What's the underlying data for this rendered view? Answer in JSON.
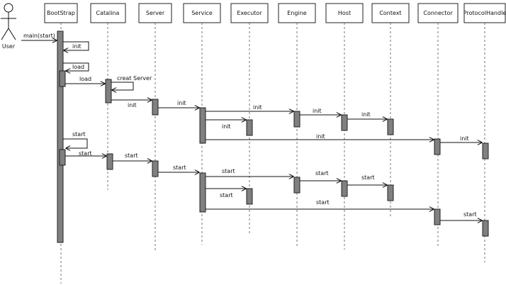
{
  "actor": {
    "label": "User"
  },
  "participants": [
    {
      "key": "bootstrap",
      "label": "BootStrap"
    },
    {
      "key": "catalina",
      "label": "Catalina"
    },
    {
      "key": "server",
      "label": "Server"
    },
    {
      "key": "service",
      "label": "Service"
    },
    {
      "key": "executor",
      "label": "Executor"
    },
    {
      "key": "engine",
      "label": "Engine"
    },
    {
      "key": "host",
      "label": "Host"
    },
    {
      "key": "context",
      "label": "Context"
    },
    {
      "key": "connector",
      "label": "Connector"
    },
    {
      "key": "protocolhandler",
      "label": "ProtocolHandle"
    }
  ],
  "messages": [
    {
      "from": "user",
      "to": "bootstrap",
      "label": "main(start)"
    },
    {
      "from": "bootstrap",
      "to": "bootstrap",
      "label": "init"
    },
    {
      "from": "bootstrap",
      "to": "bootstrap",
      "label": "load"
    },
    {
      "from": "bootstrap",
      "to": "catalina",
      "label": "load"
    },
    {
      "from": "catalina",
      "to": "catalina",
      "label": "creat Server"
    },
    {
      "from": "catalina",
      "to": "server",
      "label": "init"
    },
    {
      "from": "server",
      "to": "service",
      "label": "init"
    },
    {
      "from": "service",
      "to": "engine",
      "label": "init"
    },
    {
      "from": "engine",
      "to": "host",
      "label": "init"
    },
    {
      "from": "host",
      "to": "context",
      "label": "init"
    },
    {
      "from": "service",
      "to": "executor",
      "label": "init"
    },
    {
      "from": "service",
      "to": "connector",
      "label": "init"
    },
    {
      "from": "connector",
      "to": "protocolhandler",
      "label": "init"
    },
    {
      "from": "bootstrap",
      "to": "bootstrap",
      "label": "start"
    },
    {
      "from": "bootstrap",
      "to": "catalina",
      "label": "start"
    },
    {
      "from": "catalina",
      "to": "server",
      "label": "start"
    },
    {
      "from": "server",
      "to": "service",
      "label": "start"
    },
    {
      "from": "service",
      "to": "engine",
      "label": "start"
    },
    {
      "from": "engine",
      "to": "host",
      "label": "start"
    },
    {
      "from": "host",
      "to": "context",
      "label": "start"
    },
    {
      "from": "service",
      "to": "executor",
      "label": "start"
    },
    {
      "from": "service",
      "to": "connector",
      "label": "start"
    },
    {
      "from": "connector",
      "to": "protocolhandler",
      "label": "start"
    }
  ]
}
